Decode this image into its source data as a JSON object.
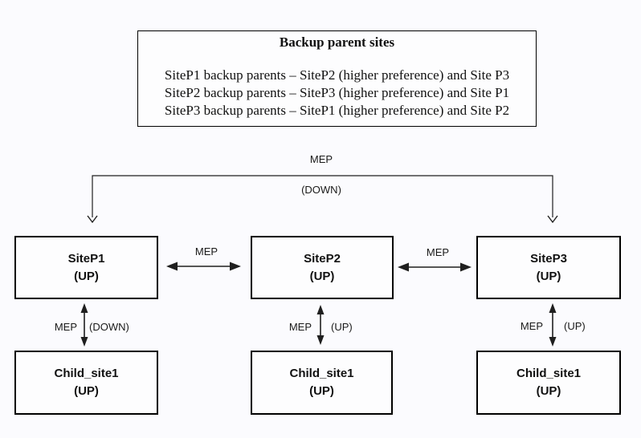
{
  "legend": {
    "title": "Backup parent sites",
    "lines": [
      "SiteP1 backup parents – SiteP2 (higher preference) and Site P3",
      "SiteP2 backup parents – SiteP3 (higher preference) and Site P1",
      "SiteP3 backup parents – SiteP1 (higher preference) and Site P2"
    ]
  },
  "trunk_link": {
    "label": "MEP",
    "status": "(DOWN)"
  },
  "sites": [
    {
      "name": "SiteP1",
      "status": "(UP)"
    },
    {
      "name": "SiteP2",
      "status": "(UP)"
    },
    {
      "name": "SiteP3",
      "status": "(UP)"
    }
  ],
  "peer_links": [
    {
      "label": "MEP"
    },
    {
      "label": "MEP"
    }
  ],
  "child_links": [
    {
      "label": "MEP",
      "status": "(DOWN)"
    },
    {
      "label": "MEP",
      "status": "(UP)"
    },
    {
      "label": "MEP",
      "status": "(UP)"
    }
  ],
  "children": [
    {
      "name": "Child_site1",
      "status": "(UP)"
    },
    {
      "name": "Child_site1",
      "status": "(UP)"
    },
    {
      "name": "Child_site1",
      "status": "(UP)"
    }
  ],
  "colors": {
    "background": "#fbfbfe",
    "box_fill": "#fdfdfe",
    "box_border": "#000000",
    "text": "#111111",
    "line": "#1f1f1f"
  }
}
